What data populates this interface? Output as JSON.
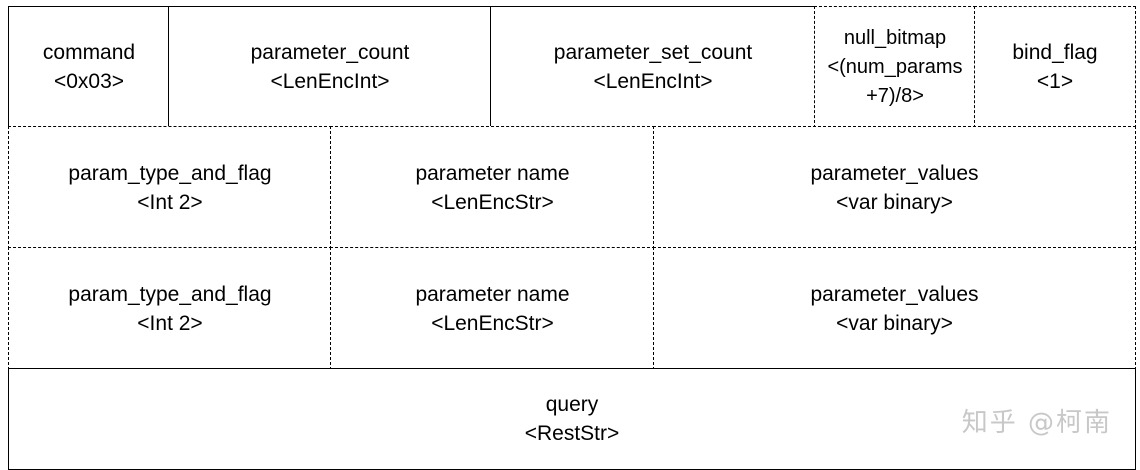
{
  "row1": {
    "command": [
      "command",
      "<0x03>"
    ],
    "parameter_count": [
      "parameter_count",
      "<LenEncInt>"
    ],
    "parameter_set_count": [
      "parameter_set_count",
      "<LenEncInt>"
    ],
    "null_bitmap": [
      "null_bitmap",
      "<(num_params",
      "+7)/8>"
    ],
    "bind_flag": [
      "bind_flag",
      "<1>"
    ]
  },
  "row2": {
    "param_type": [
      "param_type_and_flag",
      "<Int 2>"
    ],
    "param_name": [
      "parameter name",
      "<LenEncStr>"
    ],
    "param_values": [
      "parameter_values",
      "<var binary>"
    ]
  },
  "row3": {
    "param_type": [
      "param_type_and_flag",
      "<Int 2>"
    ],
    "param_name": [
      "parameter name",
      "<LenEncStr>"
    ],
    "param_values": [
      "parameter_values",
      "<var binary>"
    ]
  },
  "row4": {
    "query": [
      "query",
      "<RestStr>"
    ]
  },
  "watermark": "知乎 @柯南"
}
